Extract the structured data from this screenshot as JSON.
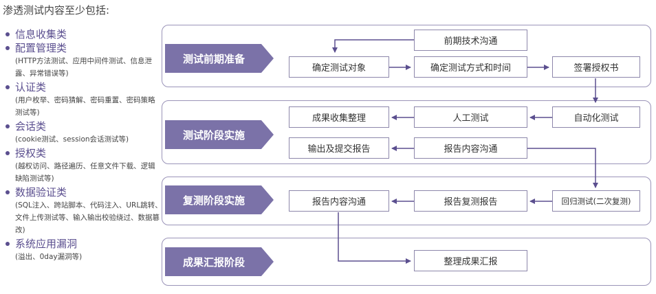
{
  "heading": "渗透测试内容至少包括:",
  "categories": [
    {
      "title": "信息收集类",
      "detail": ""
    },
    {
      "title": "配置管理类",
      "detail": "(HTTP方法测试、应用中间件测试、信息泄露、异常错误等)"
    },
    {
      "title": "认证类",
      "detail": "(用户枚举、密码猜解、密码重置、密码策略测试等)"
    },
    {
      "title": "会话类",
      "detail": "(cookie测试、session会话测试等)"
    },
    {
      "title": "授权类",
      "detail": "(越权访问、路径遍历、任意文件下载、逻辑缺陷测试等)"
    },
    {
      "title": "数据验证类",
      "detail": "(SQL注入、跨站脚本、代码注入、URL跳转、文件上传测试等、输入输出校验绕过、数据篡改)"
    },
    {
      "title": "系统应用漏洞",
      "detail": "(溢出、0day漏洞等)"
    }
  ],
  "phases": [
    {
      "label": "测试前期准备"
    },
    {
      "label": "测试阶段实施"
    },
    {
      "label": "复测阶段实施"
    },
    {
      "label": "成果汇报阶段"
    }
  ],
  "steps": {
    "pre_tech_comm": "前期技术沟通",
    "confirm_target": "确定测试对象",
    "confirm_method_time": "确定测试方式和时间",
    "sign_auth": "签署授权书",
    "collect_results": "成果收集整理",
    "manual_test": "人工测试",
    "auto_test": "自动化测试",
    "output_report": "输出及提交报告",
    "report_comm_1": "报告内容沟通",
    "report_comm_2": "报告内容沟通",
    "retest_report": "报告复测报告",
    "regression_test": "回归测试(二次复测)",
    "organize_results": "整理成果汇报"
  },
  "colors": {
    "accent": "#5b4f8f",
    "phase_fill": "#7b72a8",
    "panel_border": "#9a93b8"
  }
}
